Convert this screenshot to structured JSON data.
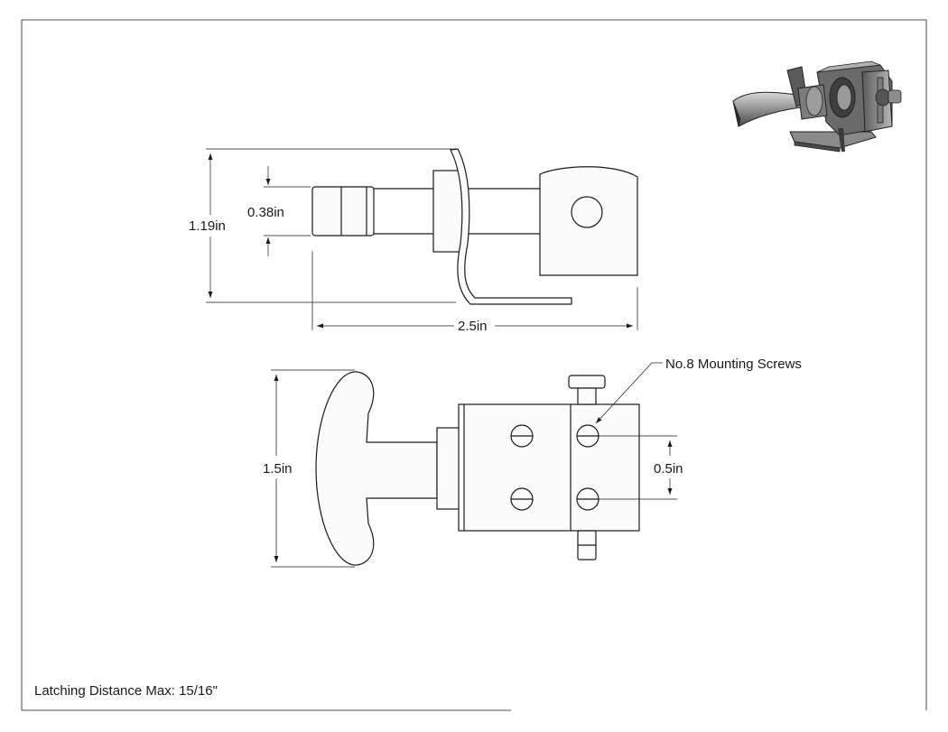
{
  "dimensions": {
    "height_total": "1.19in",
    "plunger_diameter": "0.38in",
    "overall_length": "2.5in",
    "handle_height": "1.5in",
    "hole_spacing": "0.5in"
  },
  "callout": "No.8 Mounting Screws",
  "footer": "Latching Distance Max: 15/16\"",
  "colors": {
    "line": "#1a1a1a",
    "iso_dark": "#3a3a3a",
    "iso_mid": "#7a7a7a",
    "iso_light": "#c9c9c9"
  }
}
